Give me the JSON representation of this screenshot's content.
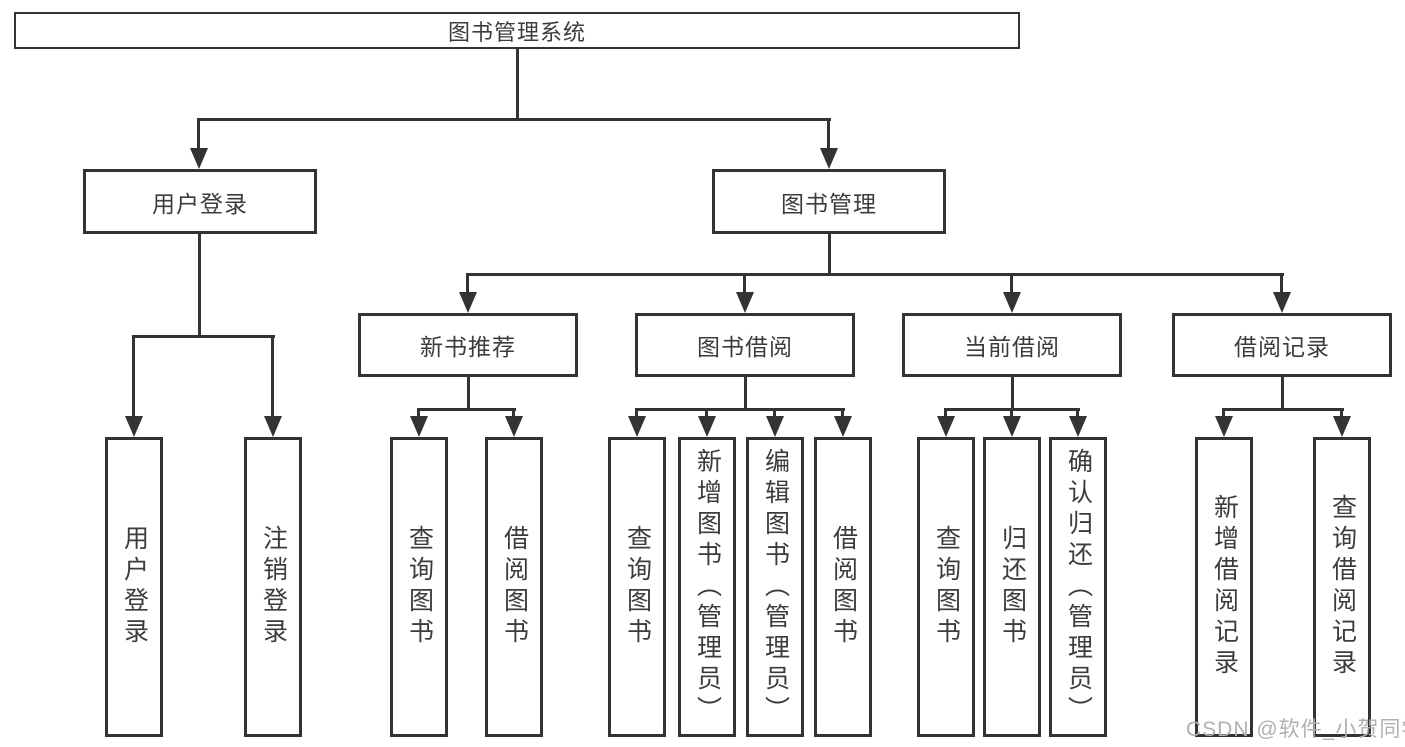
{
  "nodes": {
    "root": "图书管理系统",
    "level1": [
      {
        "label": "用户登录",
        "children": [
          "用户登录",
          "注销登录"
        ]
      },
      {
        "label": "图书管理",
        "children": [
          {
            "label": "新书推荐",
            "children": [
              "查询图书",
              "借阅图书"
            ]
          },
          {
            "label": "图书借阅",
            "children": [
              "查询图书",
              "新增图书（管理员）",
              "编辑图书（管理员）",
              "借阅图书"
            ]
          },
          {
            "label": "当前借阅",
            "children": [
              "查询图书",
              "归还图书",
              "确认归还（管理员）"
            ]
          },
          {
            "label": "借阅记录",
            "children": [
              "新增借阅记录",
              "查询借阅记录"
            ]
          }
        ]
      }
    ]
  },
  "watermark": "CSDN @软件_小贺同学",
  "colors": {
    "line": "#333333",
    "text": "#3c3c3c",
    "watermark": "#b0b0b0",
    "background": "#ffffff"
  }
}
